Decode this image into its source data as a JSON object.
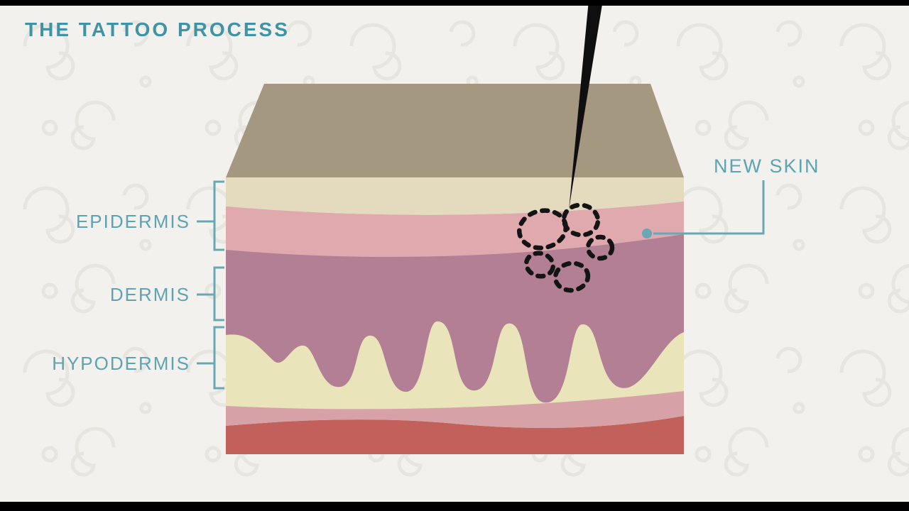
{
  "title": "THE TATTOO PROCESS",
  "diagram": {
    "type": "skin-cross-section",
    "layer_labels": [
      {
        "label": "EPIDERMIS"
      },
      {
        "label": "DERMIS"
      },
      {
        "label": "HYPODERMIS"
      }
    ],
    "annotations": [
      {
        "label": "NEW SKIN",
        "points_to": "epidermis pink layer"
      }
    ],
    "elements": [
      "tattoo-needle",
      "ink-particle-clusters",
      "new-skin-dot-marker"
    ]
  },
  "colors": {
    "background": "#f3f1ee",
    "letterbox": "#000000",
    "title_teal": "#3f93a4",
    "label_teal": "#5da3b2",
    "pointer_teal": "#6aa7b5",
    "skin_top_face": "#a59880",
    "epidermis_cream": "#e4dbbf",
    "epidermis_pink": "#dfa9ae",
    "dermis_mauve": "#b27f94",
    "hypodermis_cream": "#e9e4ba",
    "lower_pink": "#d7a2a7",
    "base_red": "#c2615c",
    "needle_black": "#0f0f0f",
    "ink_black": "#141414",
    "pattern": "#e0ddd5"
  }
}
